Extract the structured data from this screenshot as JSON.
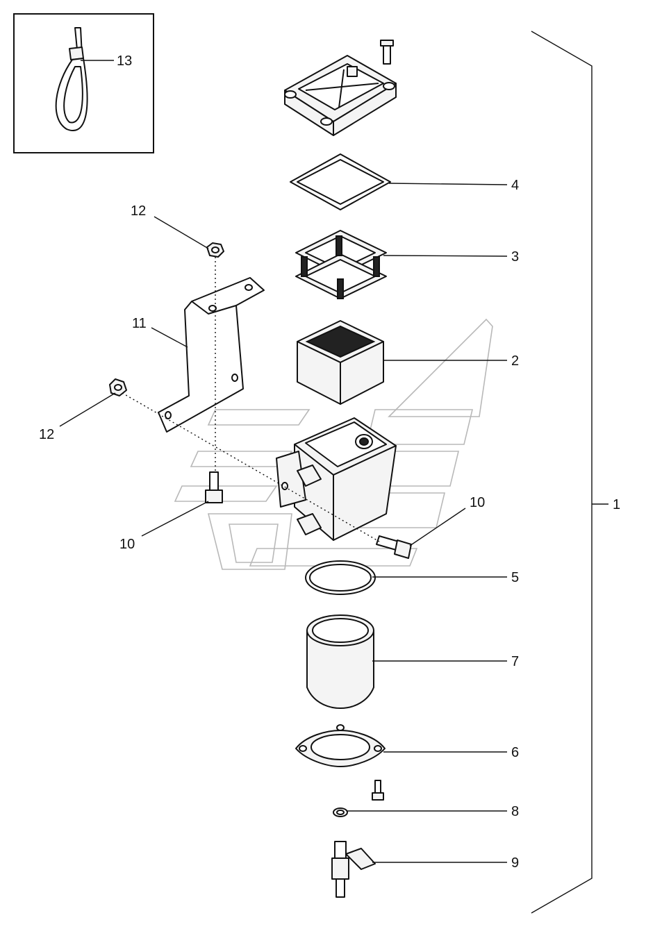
{
  "callouts": [
    {
      "id": "c13",
      "label": "13"
    },
    {
      "id": "c4",
      "label": "4"
    },
    {
      "id": "c3",
      "label": "3"
    },
    {
      "id": "c2",
      "label": "2"
    },
    {
      "id": "c12a",
      "label": "12"
    },
    {
      "id": "c11",
      "label": "11"
    },
    {
      "id": "c12b",
      "label": "12"
    },
    {
      "id": "c10a",
      "label": "10"
    },
    {
      "id": "c10b",
      "label": "10"
    },
    {
      "id": "c1",
      "label": "1"
    },
    {
      "id": "c5",
      "label": "5"
    },
    {
      "id": "c7",
      "label": "7"
    },
    {
      "id": "c6",
      "label": "6"
    },
    {
      "id": "c8",
      "label": "8"
    },
    {
      "id": "c9",
      "label": "9"
    }
  ],
  "colors": {
    "ink": "#111111",
    "watermark": "#b8b8b8",
    "background": "#ffffff"
  }
}
